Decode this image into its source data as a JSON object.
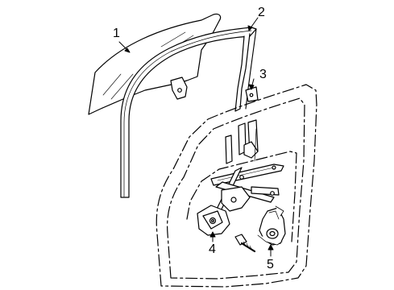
{
  "diagram": {
    "callouts": [
      {
        "id": "1",
        "label": "1"
      },
      {
        "id": "2",
        "label": "2"
      },
      {
        "id": "3",
        "label": "3"
      },
      {
        "id": "4",
        "label": "4"
      },
      {
        "id": "5",
        "label": "5"
      }
    ],
    "colors": {
      "stroke": "#000000",
      "fill": "#ffffff",
      "shade": "#dcdcdc"
    }
  }
}
